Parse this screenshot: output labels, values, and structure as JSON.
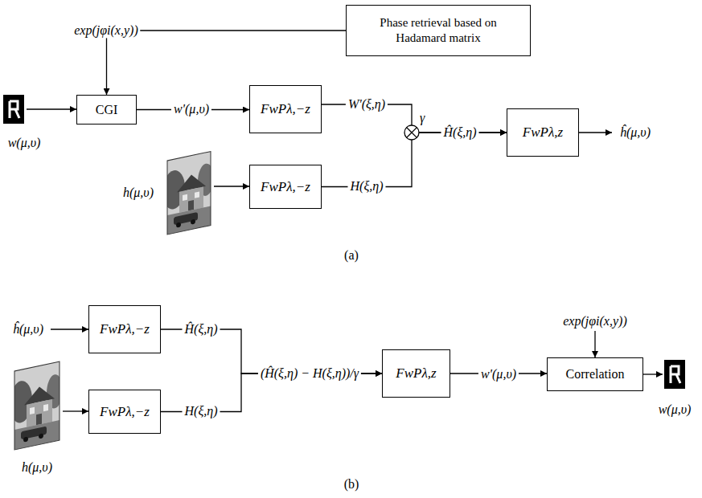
{
  "diagram": {
    "nodes": [
      {
        "text": [
          "Phase retrieval based on Hadamard matrix"
        ]
      },
      {
        "text": [
          "CGI"
        ]
      },
      {
        "text": [
          "FwPλ,−z"
        ]
      },
      {
        "text": [
          "FwPλ,−z"
        ]
      },
      {
        "text": [
          "FwPλ,z"
        ]
      },
      {
        "text": [
          "FwPλ,−z"
        ]
      },
      {
        "text": [
          "FwPλ,−z"
        ]
      },
      {
        "text": [
          "FwPλ,z"
        ]
      },
      {
        "text": [
          "Correlation"
        ]
      }
    ],
    "edges": [
      {
        "from": 0,
        "to": 1,
        "label": "exp(jφi(x,y))",
        "arrow": "to"
      },
      {
        "from": 1,
        "to": 2,
        "label": "w'(μ,υ)",
        "arrow": "to"
      },
      {
        "from": 2,
        "to": 4,
        "label": "W'(ξ,η)",
        "arrow": "to"
      },
      {
        "from": 3,
        "to": 4,
        "label": "H(ξ,η)",
        "arrow": "to"
      },
      {
        "from": 5,
        "to": 7,
        "label": "Ĥ(ξ,η)",
        "arrow": "to"
      },
      {
        "from": 6,
        "to": 7,
        "label": "H(ξ,η)",
        "arrow": "to"
      },
      {
        "from": 7,
        "to": 8,
        "label": "w'(μ,υ)",
        "arrow": "to"
      }
    ],
    "labels": [
      "w(μ,υ)",
      "h(μ,υ)",
      "γ",
      "Ĥ(ξ,η)",
      "ĥ(μ,υ)",
      "(a)",
      "ĥ(μ,υ)",
      "h(μ,υ)",
      "(Ĥ(ξ,η) − H(ξ,η))/γ",
      "exp(jφi(x,y))",
      "w(μ,υ)",
      "(b)"
    ]
  }
}
